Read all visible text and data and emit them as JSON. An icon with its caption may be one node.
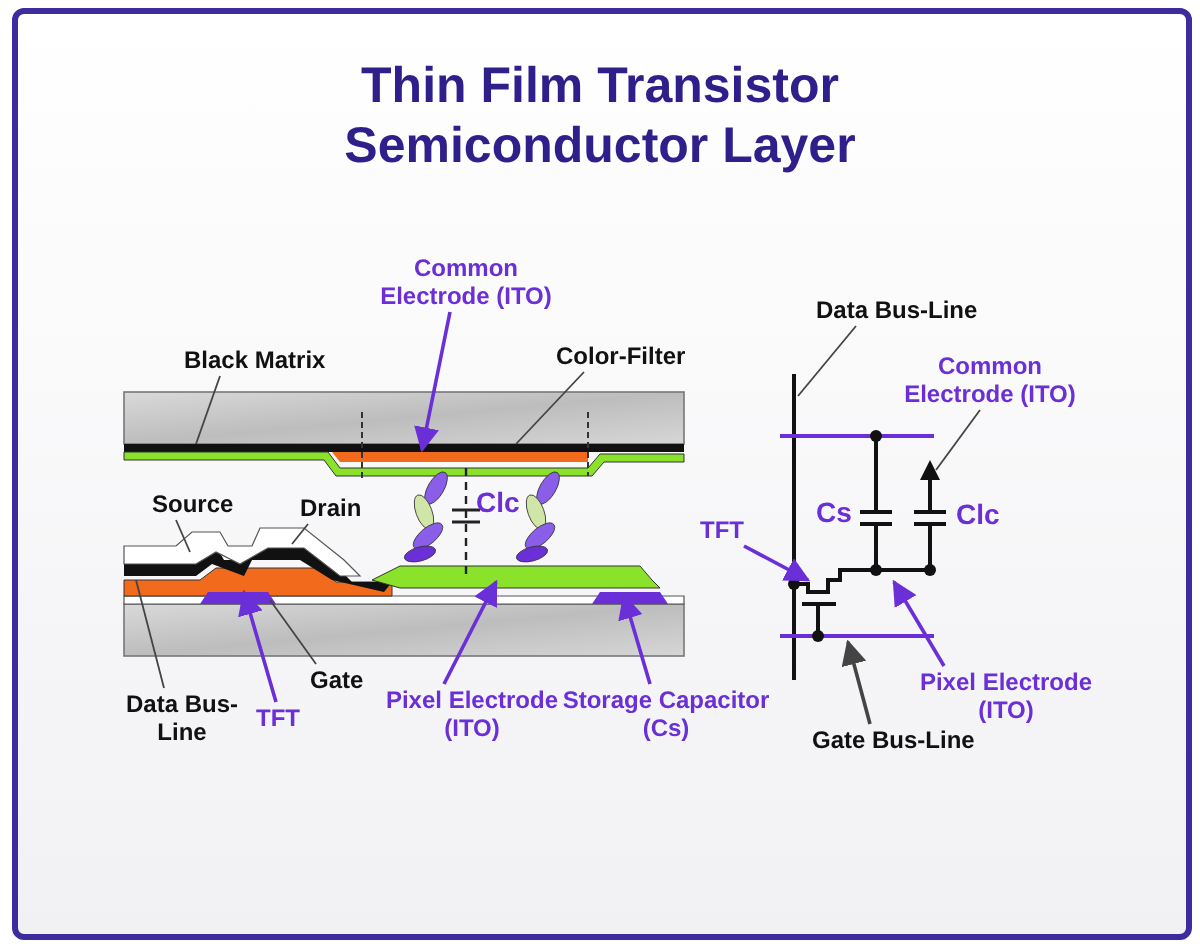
{
  "diagram": {
    "title": "Thin Film Transistor Semiconductor Layer",
    "nodes": [
      {
        "text": [
          "Black Matrix"
        ]
      },
      {
        "text": [
          "Common Electrode (ITO)"
        ]
      },
      {
        "text": [
          "Color-Filter"
        ]
      },
      {
        "text": [
          "Source"
        ]
      },
      {
        "text": [
          "Drain"
        ]
      },
      {
        "text": [
          "Data Bus-Line"
        ]
      },
      {
        "text": [
          "Gate"
        ]
      },
      {
        "text": [
          "TFT"
        ]
      },
      {
        "text": [
          "Pixel Electrode (ITO)"
        ]
      },
      {
        "text": [
          "Storage Capacitor (Cs)"
        ]
      },
      {
        "text": [
          "Data Bus-Line"
        ]
      },
      {
        "text": [
          "Common Electrode (ITO)"
        ]
      },
      {
        "text": [
          "TFT"
        ]
      },
      {
        "text": [
          "Pixel Electrode (ITO)"
        ]
      },
      {
        "text": [
          "Gate Bus-Line"
        ]
      }
    ],
    "edges": [
      {
        "from": 0,
        "to": null,
        "arrow": "none"
      },
      {
        "from": 1,
        "to": null,
        "arrow": "to",
        "color": "#6a2fd6"
      },
      {
        "from": 2,
        "to": null,
        "arrow": "none"
      },
      {
        "from": 3,
        "to": null,
        "arrow": "none"
      },
      {
        "from": 4,
        "to": null,
        "arrow": "none"
      },
      {
        "from": 5,
        "to": null,
        "arrow": "none"
      },
      {
        "from": 6,
        "to": null,
        "arrow": "none"
      },
      {
        "from": 7,
        "to": null,
        "arrow": "to",
        "color": "#6a2fd6"
      },
      {
        "from": 8,
        "to": null,
        "arrow": "to",
        "color": "#6a2fd6"
      },
      {
        "from": 9,
        "to": null,
        "arrow": "to",
        "color": "#6a2fd6"
      },
      {
        "from": 10,
        "to": null,
        "arrow": "none"
      },
      {
        "from": 11,
        "to": null,
        "arrow": "none"
      },
      {
        "from": 12,
        "to": null,
        "arrow": "to",
        "color": "#6a2fd6"
      },
      {
        "from": 13,
        "to": null,
        "arrow": "to",
        "color": "#6a2fd6"
      },
      {
        "from": 14,
        "to": null,
        "arrow": "to"
      }
    ],
    "labels": [
      "Clc",
      "Cs",
      "Clc"
    ]
  }
}
